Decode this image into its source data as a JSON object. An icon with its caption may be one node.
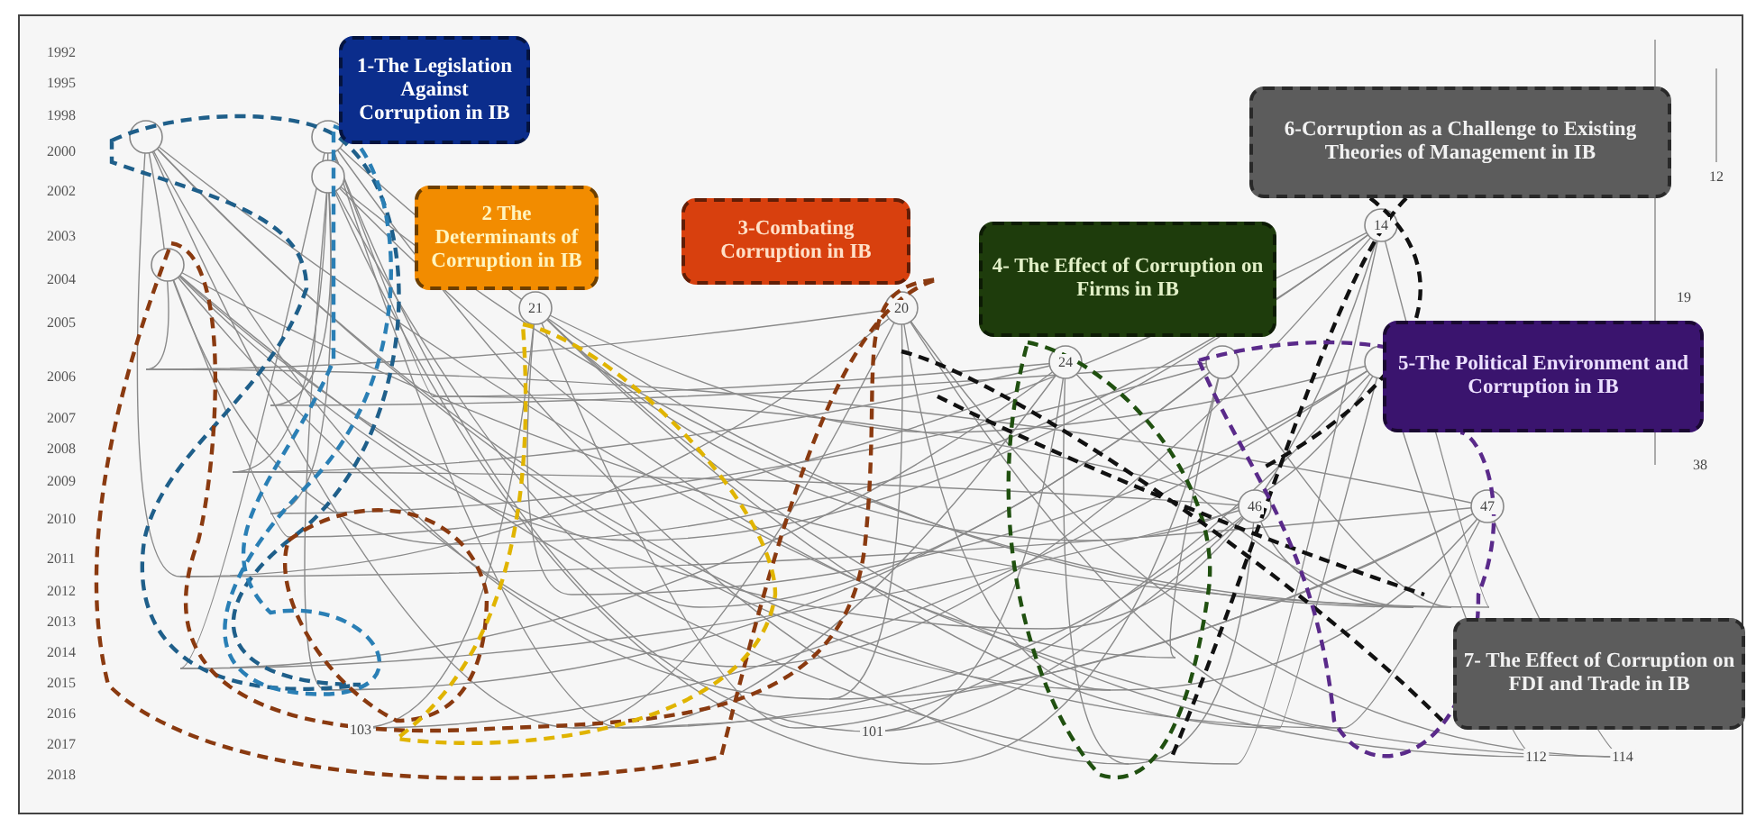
{
  "diagram": {
    "nodes": [
      {
        "text": [
          "1-The Legislation Against Corruption in IB"
        ]
      },
      {
        "text": [
          "2 The Determinants of Corruption in IB"
        ]
      },
      {
        "text": [
          "3-Combating Corruption in IB"
        ]
      },
      {
        "text": [
          "4- The Effect of Corruption on Firms in IB"
        ]
      },
      {
        "text": [
          "6-Corruption as a Challenge to Existing Theories of Management in IB"
        ]
      },
      {
        "text": [
          "5-The Political Environment and Corruption in IB"
        ]
      },
      {
        "text": [
          "7- The Effect of Corruption on FDI and Trade in IB"
        ]
      }
    ],
    "labels": [
      "1992",
      "1995",
      "1998",
      "2000",
      "2002",
      "2003",
      "2004",
      "2005",
      "2006",
      "2007",
      "2008",
      "2009",
      "2010",
      "2011",
      "2012",
      "2013",
      "2014",
      "2015",
      "2016",
      "2017",
      "2018",
      "21",
      "20",
      "24",
      "14",
      "47",
      "46",
      "103",
      "112",
      "114",
      "38",
      "12",
      "19",
      "101"
    ]
  }
}
